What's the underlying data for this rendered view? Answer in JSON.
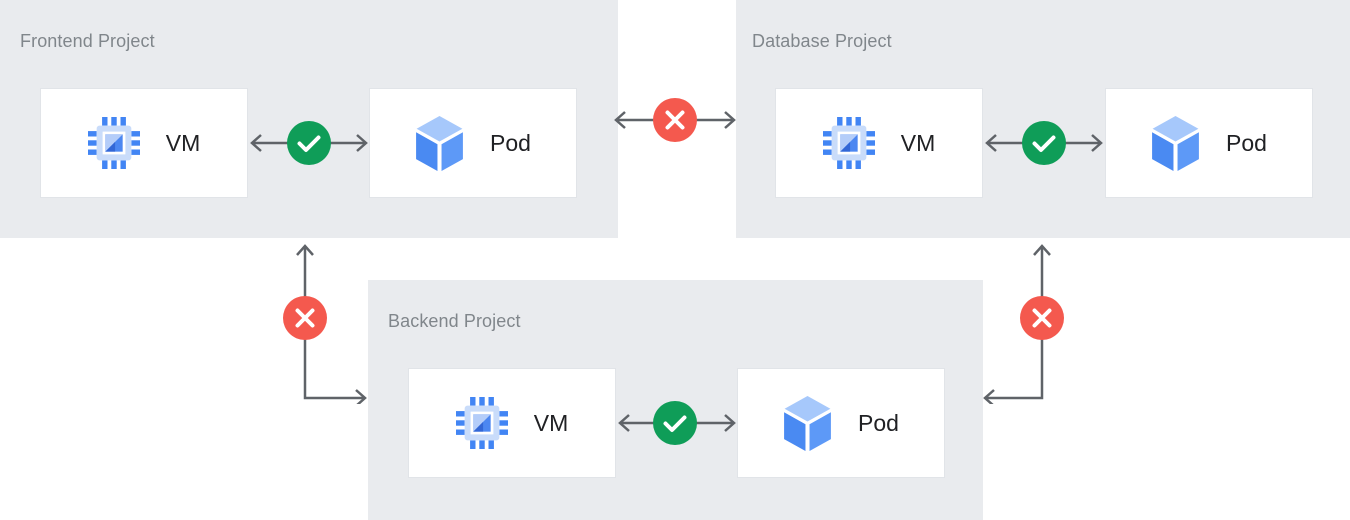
{
  "projects": [
    {
      "title": "Frontend Project",
      "nodes": [
        {
          "label": "VM",
          "icon": "compute-engine-chip"
        },
        {
          "label": "Pod",
          "icon": "cube"
        }
      ],
      "internal_link": {
        "status": "allowed",
        "icon": "check"
      }
    },
    {
      "title": "Database Project",
      "nodes": [
        {
          "label": "VM",
          "icon": "compute-engine-chip"
        },
        {
          "label": "Pod",
          "icon": "cube"
        }
      ],
      "internal_link": {
        "status": "allowed",
        "icon": "check"
      }
    },
    {
      "title": "Backend Project",
      "nodes": [
        {
          "label": "VM",
          "icon": "compute-engine-chip"
        },
        {
          "label": "Pod",
          "icon": "cube"
        }
      ],
      "internal_link": {
        "status": "allowed",
        "icon": "check"
      }
    }
  ],
  "cross_project_links": [
    {
      "between": [
        "Frontend Project",
        "Database Project"
      ],
      "status": "blocked",
      "icon": "x"
    },
    {
      "between": [
        "Frontend Project",
        "Backend Project"
      ],
      "status": "blocked",
      "icon": "x"
    },
    {
      "between": [
        "Database Project",
        "Backend Project"
      ],
      "status": "blocked",
      "icon": "x"
    }
  ],
  "colors": {
    "project_background": "#E9EBEE",
    "node_background": "#FFFFFF",
    "node_border": "#E1E4E8",
    "arrow": "#5F6368",
    "allowed_green": "#0F9D58",
    "blocked_red": "#F4594E",
    "icon_blue": "#4285F4",
    "icon_blue_mid": "#5E97F6",
    "icon_blue_light": "#AECBFA",
    "title_text": "#80868B",
    "label_text": "#202124"
  }
}
